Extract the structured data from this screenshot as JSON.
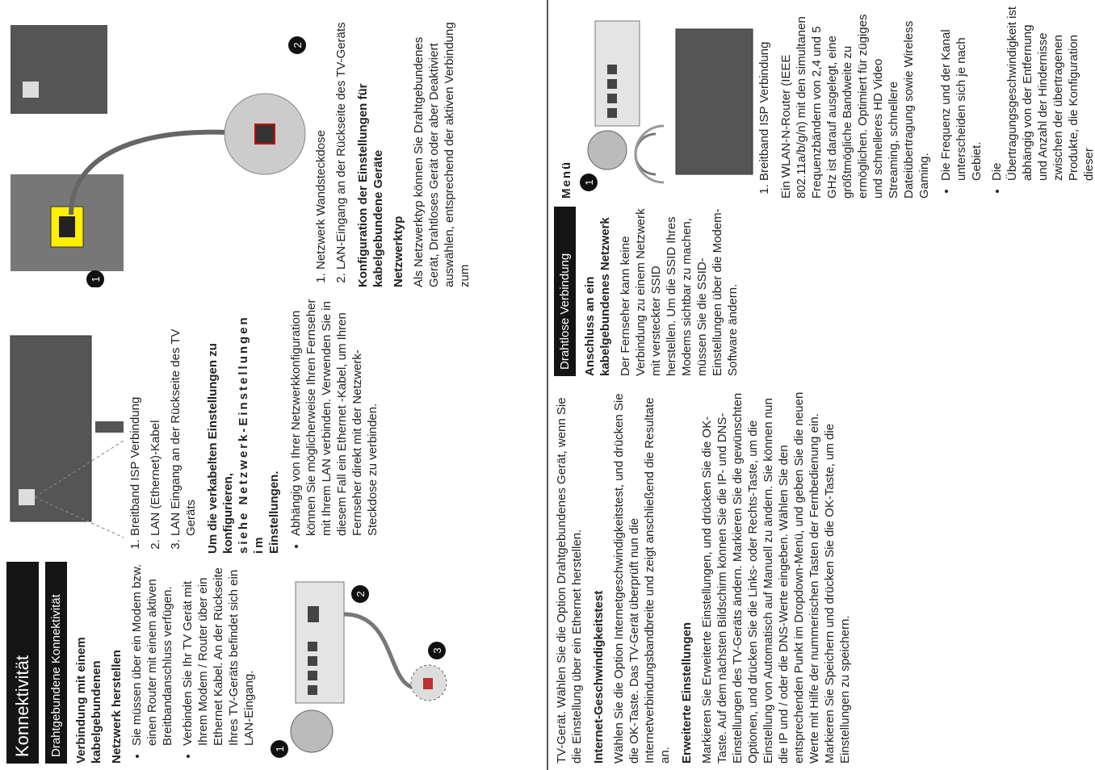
{
  "left_page": {
    "title": "Konnektivität",
    "section_bar": "Drahtgebundene Konnektivität",
    "heading": "Verbindung mit einem kabelgebundenen",
    "subheading": "Netzwerk herstellen",
    "bullets": [
      "Sie müssen über ein Modem bzw. einen Router mit einem aktiven Breitbandanschluss verfügen.",
      "Verbinden Sie Ihr TV Gerät mit Ihrem Modem / Router über ein Ethernet Kabel. An der Rückseite Ihres TV-Geräts befindet sich ein LAN-Eingang."
    ],
    "figure1_callouts": [
      "1",
      "2",
      "3"
    ],
    "legend1": [
      "Breitband ISP Verbindung",
      "LAN (Ethernet)-Kabel",
      "LAN Eingang an der Rückseite des TV Geräts"
    ],
    "config_text": "Um die verkabelten Einstellungen zu konfigurieren,",
    "config_text_2": "siehe Netzwerk-Einstellungen im",
    "config_text_3": "Einstellungen.",
    "bullet3": "Abhängig von Ihrer Netzwerkkonfiguration können Sie möglicherweise Ihren Fernseher mit Ihrem LAN verbinden. Verwenden Sie in diesem Fall ein Ethernet -Kabel, um Ihren Fernseher direkt mit der Netzwerk-Steckdose zu verbinden.",
    "figure2_callouts": [
      "1",
      "2"
    ],
    "legend2": [
      "Netzwerk Wandsteckdose",
      "LAN-Eingang an der Rückseite des TV-Geräts"
    ],
    "config_heading": "Konfiguration der Einstellungen für kabelgebundene Geräte",
    "nettype_heading": "Netzwerktyp",
    "nettype_text": "Als Netzwerktyp können Sie Drahtgebundenes Gerät, Drahtloses Gerät oder aber Deaktiviert auswählen, entsprechend der aktiven Verbindung zum"
  },
  "right_page": {
    "intro": "TV-Gerät. Wählen Sie die Option Drahtgebundenes Gerät, wenn Sie die Einstellung über ein Ethernet herstellen.",
    "speed_heading": "Internet-Geschwindigkeitstest",
    "speed_text": "Wählen Sie die Option Internetgeschwindigkeitstest, und drücken Sie die OK-Taste. Das TV-Gerät überprüft nun die Internetverbindungsbandbreite und zeigt anschließend die Resultate an.",
    "adv_heading": "Erweiterte Einstellungen",
    "adv_text": "Markieren Sie Erweiterte Einstellungen, und drücken Sie die OK-Taste. Auf dem nächsten Bildschirm können Sie die IP- und DNS-Einstellungen des TV-Geräts ändern. Markieren Sie die gewünschten Optionen, und drücken Sie die Links- oder Rechts-Taste, um die Einstellung von Automatisch auf Manuell zu ändern. Sie können nun die IP und / oder die DNS-Werte eingeben. Wählen Sie den entsprechenden Punkt im Dropdown-Menü, und geben Sie die neuen Werte mit Hilfe der nummerischen Tasten der Fernbedienung ein. Markieren Sie Speichern und drücken Sie die OK-Taste, um die Einstellungen zu speichern.",
    "wireless_bar": "Drahtlose Verbindung",
    "wireless_heading": "Anschluss an ein kabelgebundenes Netzwerk",
    "wireless_text": "Der Fernseher kann keine Verbindung zu einem Netzwerk mit versteckter SSID herstellen. Um die SSID Ihres Modems sichtbar zu machen, müssen Sie die SSID-Einstellungen über die Modem-Software ändern.",
    "menu_label": "Menü",
    "figure3_callouts": [
      "1"
    ],
    "legend3": [
      "Breitband ISP Verbindung"
    ],
    "router_text": "Ein WLAN-N-Router (IEEE 802.11a/b/g/n) mit den simultanen Frequenzbändern von 2,4 und 5 GHz ist darauf ausgelegt, eine größtmögliche Bandweite zu ermöglichen. Optimiert für zügiges und schnelleres HD Video Streaming, schnellere Dateiübertragung sowie Wireless Gaming.",
    "bullets": [
      "Die Frequenz und der Kanal unterscheiden sich je nach Gebiet.",
      "Die Übertragungsgeschwindigkeit ist abhängig von der Entfernung und Anzahl der Hindernisse zwischen der übertragenen Produkte, die Konfiguration dieser"
    ]
  }
}
